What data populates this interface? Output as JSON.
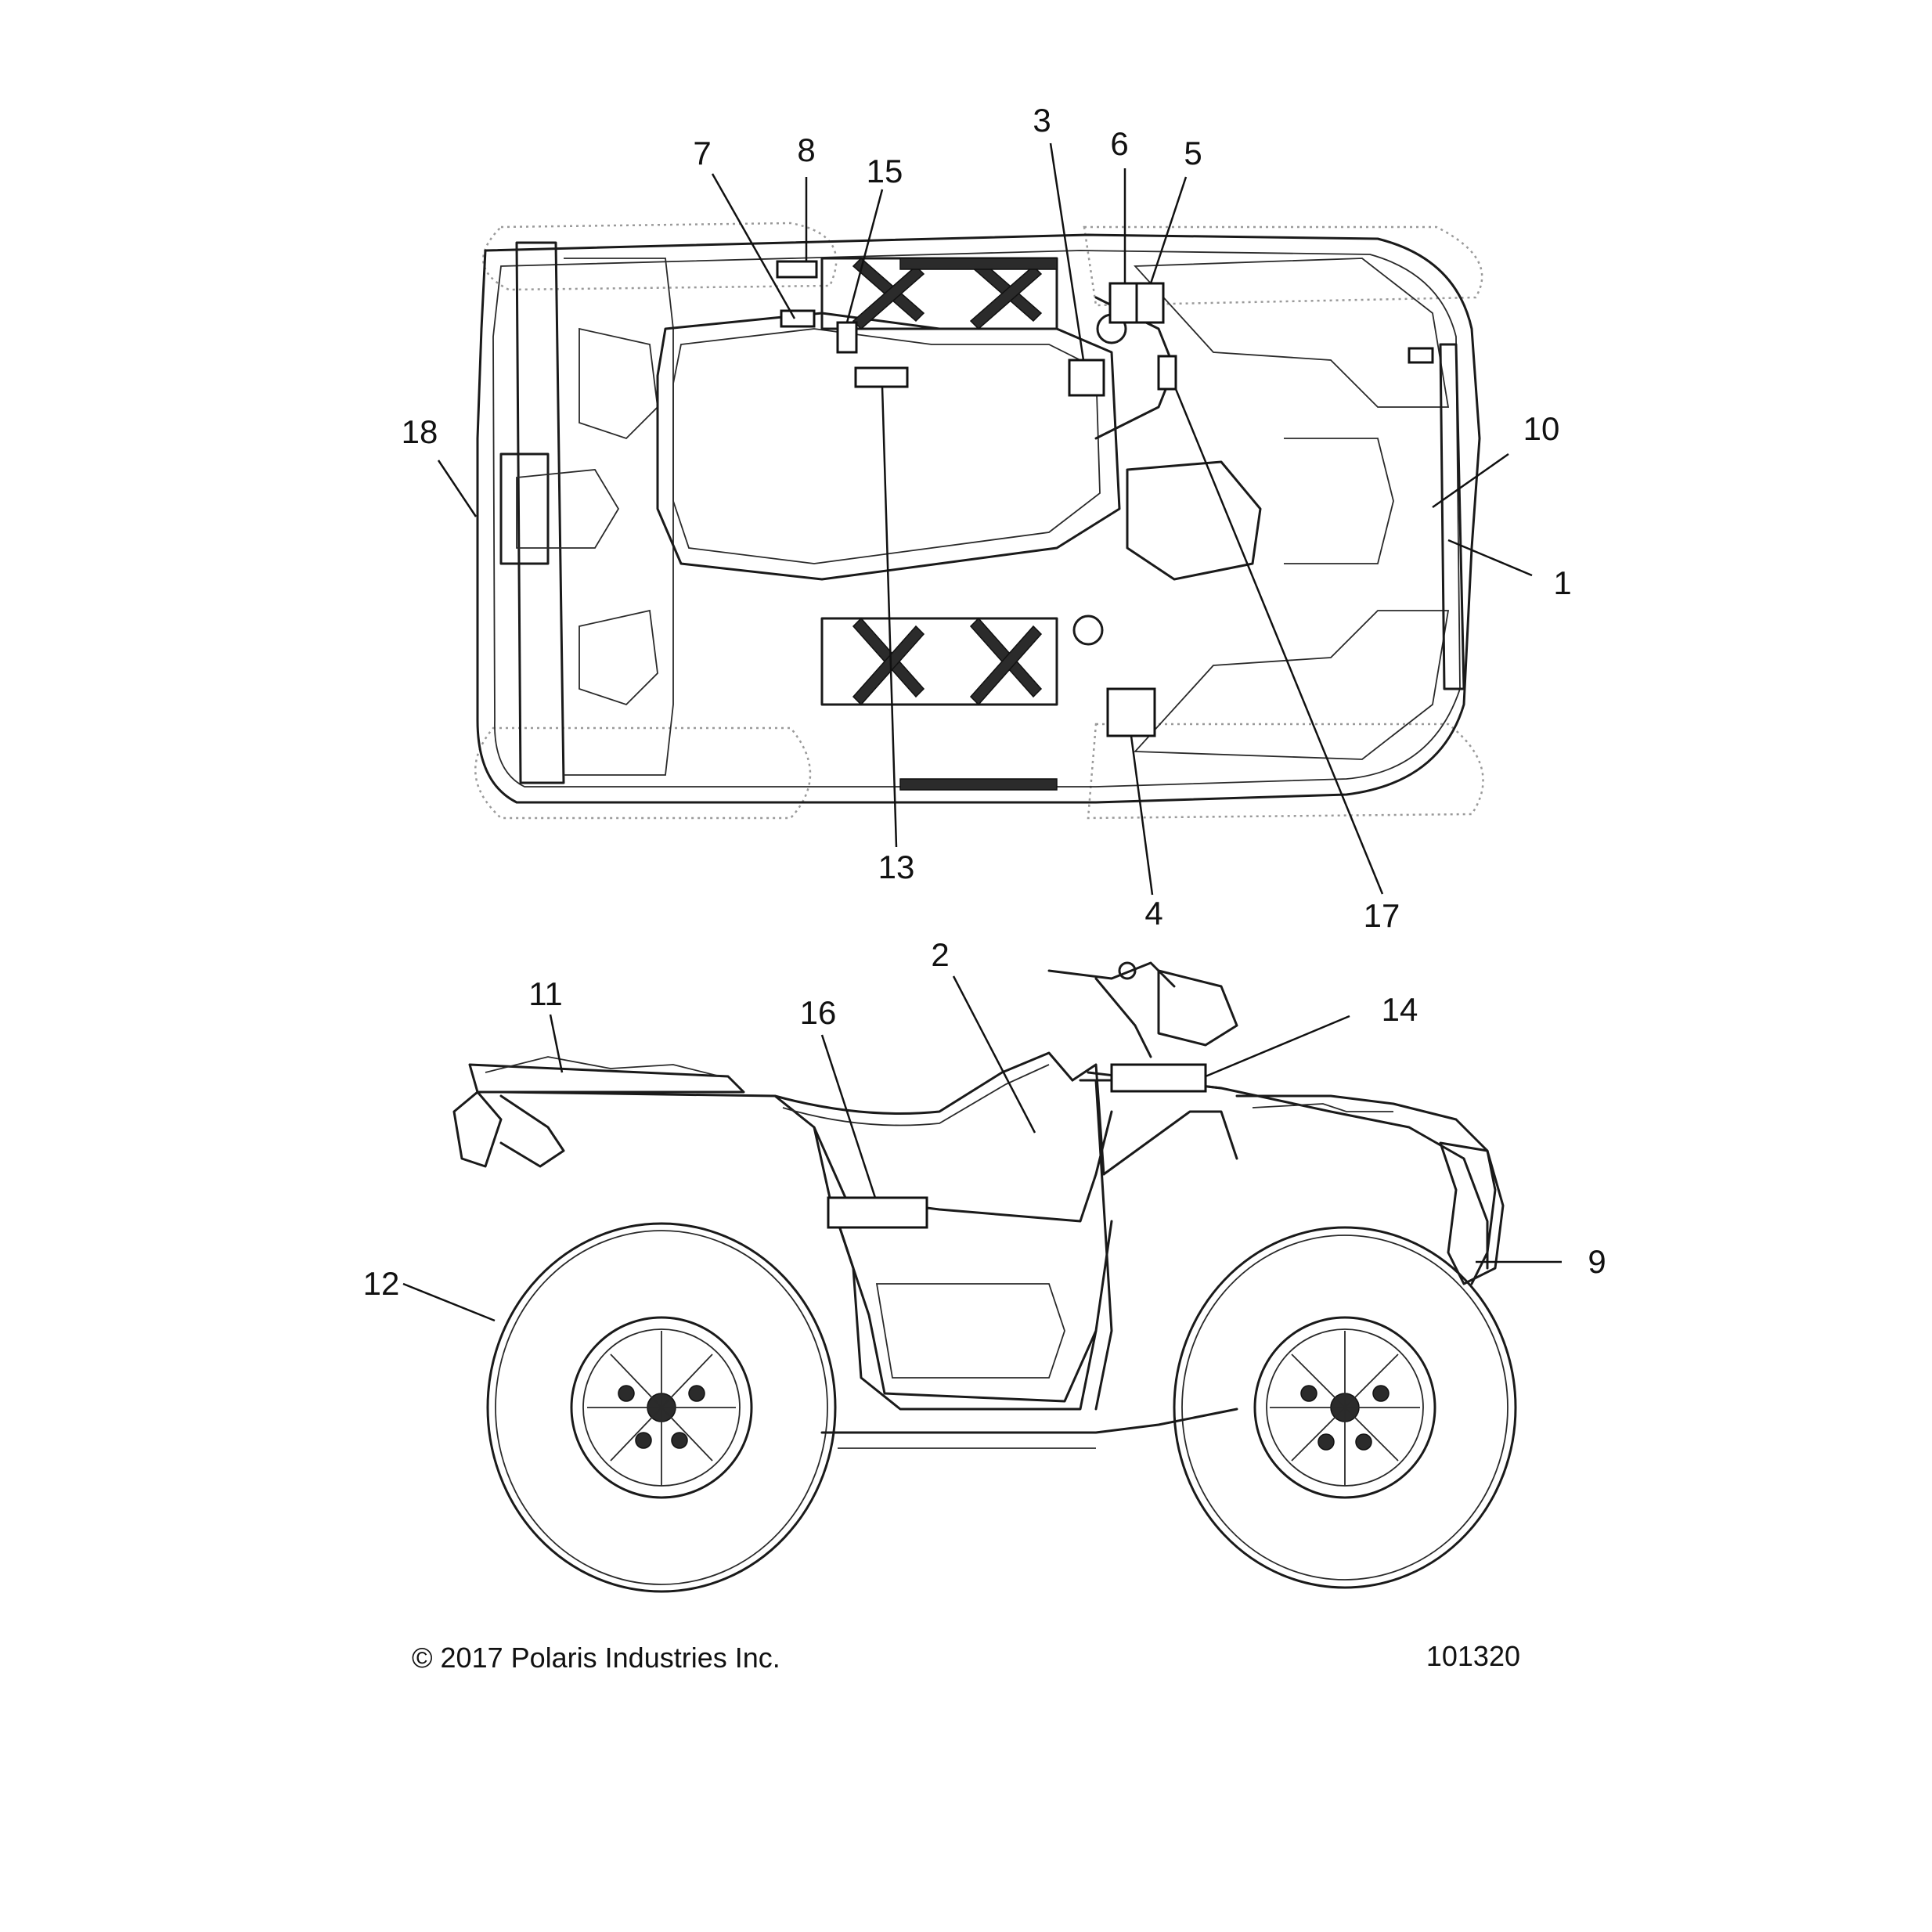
{
  "callouts": {
    "c1": "1",
    "c2": "2",
    "c3": "3",
    "c4": "4",
    "c5": "5",
    "c6": "6",
    "c7": "7",
    "c8": "8",
    "c9": "9",
    "c10": "10",
    "c11": "11",
    "c12": "12",
    "c13": "13",
    "c14": "14",
    "c15": "15",
    "c16": "16",
    "c17": "17",
    "c18": "18"
  },
  "footer": {
    "copyright": "© 2017 Polaris Industries Inc.",
    "drawing_number": "101320"
  }
}
